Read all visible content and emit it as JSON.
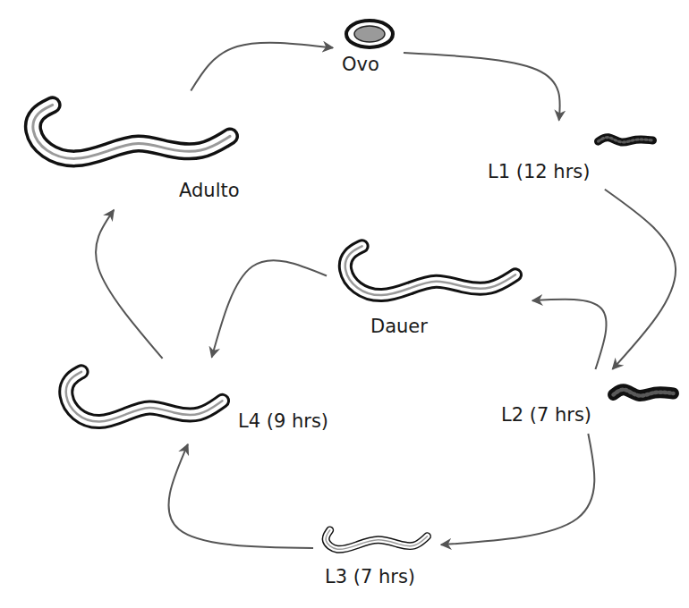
{
  "diagram": {
    "nodes": [
      {
        "text": [
          "Ovo"
        ]
      },
      {
        "text": [
          "L1 (12 hrs)"
        ]
      },
      {
        "text": [
          "L2 (7 hrs)"
        ]
      },
      {
        "text": [
          "L3 (7 hrs)"
        ]
      },
      {
        "text": [
          "L4 (9 hrs)"
        ]
      },
      {
        "text": [
          "Adulto"
        ]
      },
      {
        "text": [
          "Dauer"
        ]
      }
    ],
    "edges": [
      {
        "from": 0,
        "to": 1,
        "arrow": "to"
      },
      {
        "from": 1,
        "to": 2,
        "arrow": "to"
      },
      {
        "from": 2,
        "to": 3,
        "arrow": "to"
      },
      {
        "from": 3,
        "to": 4,
        "arrow": "to"
      },
      {
        "from": 4,
        "to": 5,
        "arrow": "to"
      },
      {
        "from": 5,
        "to": 0,
        "arrow": "to"
      },
      {
        "from": 2,
        "to": 6,
        "arrow": "to"
      },
      {
        "from": 6,
        "to": 4,
        "arrow": "to"
      }
    ]
  }
}
